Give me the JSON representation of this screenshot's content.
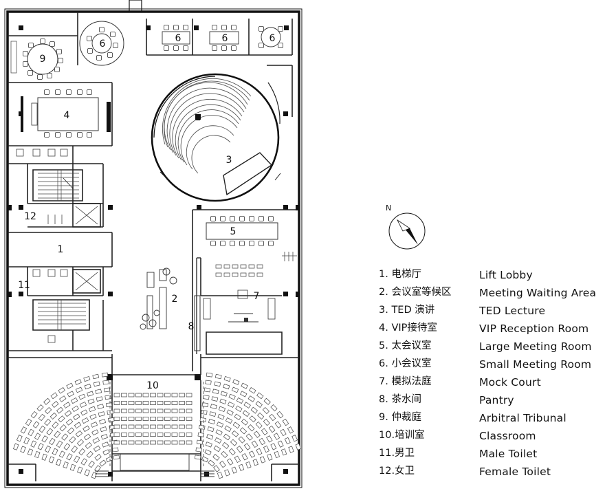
{
  "plan": {
    "room_labels": [
      {
        "id": "room-9-label",
        "text": "9"
      },
      {
        "id": "room-6a-label",
        "text": "6"
      },
      {
        "id": "room-6b-label",
        "text": "6"
      },
      {
        "id": "room-6c-label",
        "text": "6"
      },
      {
        "id": "room-6d-label",
        "text": "6"
      },
      {
        "id": "room-4-label",
        "text": "4"
      },
      {
        "id": "room-3-label",
        "text": "3"
      },
      {
        "id": "room-5-label",
        "text": "5"
      },
      {
        "id": "room-12-label",
        "text": "12"
      },
      {
        "id": "room-1-label",
        "text": "1"
      },
      {
        "id": "room-11-label",
        "text": "11"
      },
      {
        "id": "room-2-label",
        "text": "2"
      },
      {
        "id": "room-7-label",
        "text": "7"
      },
      {
        "id": "room-8-label",
        "text": "8"
      },
      {
        "id": "room-10-label",
        "text": "10"
      }
    ]
  },
  "north": {
    "label": "N"
  },
  "legend": [
    {
      "cn": "1.  电梯厅",
      "en": "Lift Lobby"
    },
    {
      "cn": "2.  会议室等候区",
      "en": "Meeting Waiting Area"
    },
    {
      "cn": "3.  TED 演讲",
      "en": "TED Lecture"
    },
    {
      "cn": "4.  VIP接待室",
      "en": "VIP Reception Room"
    },
    {
      "cn": "5.  太会议室",
      "en": "Large Meeting Room"
    },
    {
      "cn": "6.  小会议室",
      "en": "Small Meeting Room"
    },
    {
      "cn": "7.  模拟法庭",
      "en": "Mock Court"
    },
    {
      "cn": "8.  茶水间",
      "en": "Pantry"
    },
    {
      "cn": "9.  仲裁庭",
      "en": "Arbitral Tribunal"
    },
    {
      "cn": "10.培训室",
      "en": "Classroom"
    },
    {
      "cn": "11.男卫",
      "en": "Male Toilet"
    },
    {
      "cn": "12.女卫",
      "en": "Female Toilet"
    }
  ]
}
